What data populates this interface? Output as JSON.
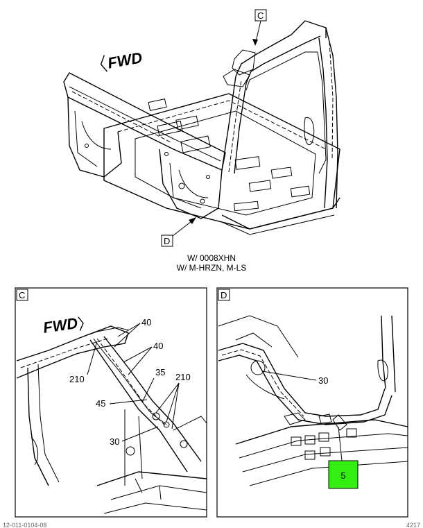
{
  "main_view": {
    "fwd_label": "FWD",
    "view_c_tag": "C",
    "view_d_tag": "D",
    "caption_line1": "W/ 0008XHN",
    "caption_line2": "W/ M-HRZN, M-LS"
  },
  "panel_c": {
    "tag": "C",
    "fwd_label": "FWD",
    "callouts": [
      "40",
      "40",
      "210",
      "35",
      "210",
      "45",
      "30"
    ]
  },
  "panel_d": {
    "tag": "D",
    "callouts": [
      "30"
    ],
    "highlight_part": "5",
    "highlight_color": "#33ee11"
  },
  "footer": {
    "left_code": "12-011-0104-08",
    "right_code": "4217"
  }
}
